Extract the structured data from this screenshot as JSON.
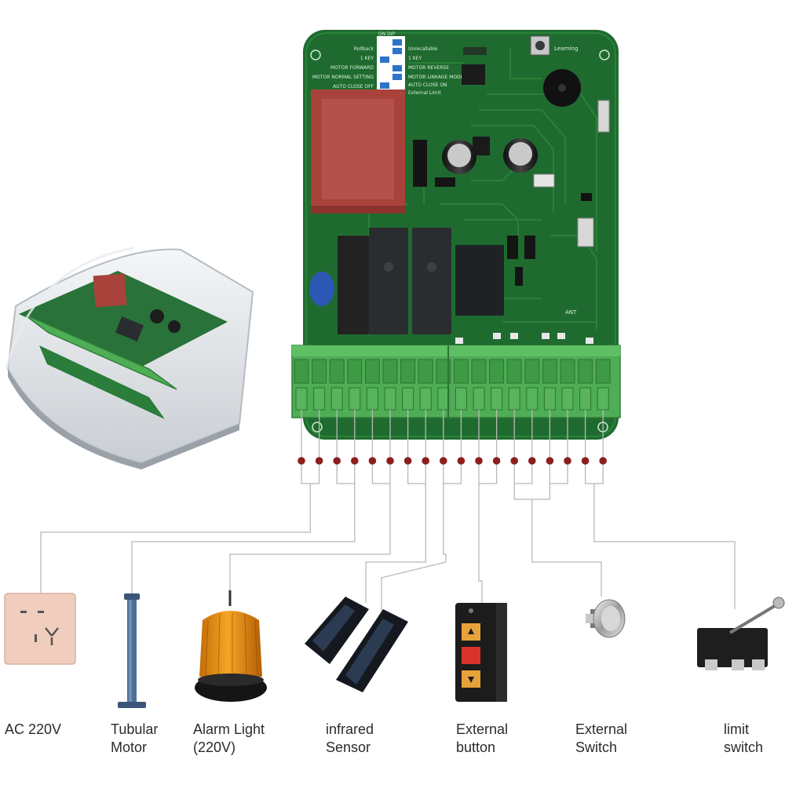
{
  "board": {
    "dip_left": [
      "Rollback",
      "1 KEY",
      "MOTOR FORWARD",
      "MOTOR NORMAL SETTING",
      "AUTO CLOSE OFF"
    ],
    "dip_right": [
      "Unrecallable",
      "1 KEY",
      "MOTOR REVERSE",
      "MOTOR LINKAGE MODE",
      "AUTO CLOSE ON",
      "External Limit"
    ],
    "learning": "Learning",
    "antenna": "ANT"
  },
  "terminals": {
    "count": 18
  },
  "colors": {
    "pcb": "#1f6b2f",
    "terminal": "#4fae55",
    "transformer": "#a8423a",
    "relay": "#2a2d30",
    "wire": "#b8b8b8",
    "dot": "#8b1e1e"
  },
  "devices": [
    {
      "id": "ac",
      "label": "AC 220V",
      "icon": "wall-socket-icon"
    },
    {
      "id": "motor",
      "label": "Tubular\nMotor",
      "icon": "tubular-motor-icon"
    },
    {
      "id": "alarm",
      "label": "Alarm Light\n(220V)",
      "icon": "alarm-light-icon"
    },
    {
      "id": "ir",
      "label": "infrared\nSensor",
      "icon": "infrared-sensor-icon"
    },
    {
      "id": "button",
      "label": "External\nbutton",
      "icon": "push-button-box-icon"
    },
    {
      "id": "switch",
      "label": "External\nSwitch",
      "icon": "metal-switch-icon"
    },
    {
      "id": "limit",
      "label": "limit\nswitch",
      "icon": "limit-switch-icon"
    }
  ]
}
